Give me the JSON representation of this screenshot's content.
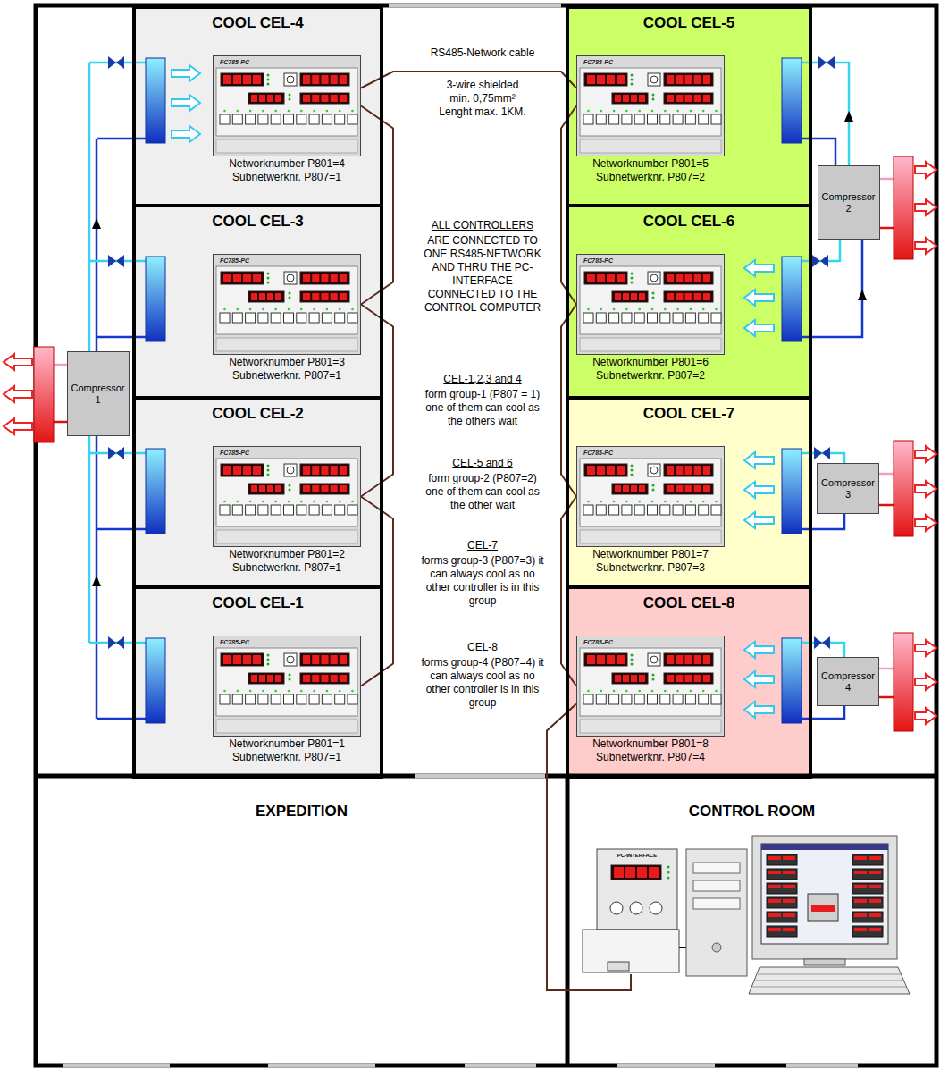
{
  "diagram": {
    "nodes": [
      {
        "text": [
          "COOL CEL-4",
          "Networknumber P801=4 Subnetwerknr. P807=1"
        ]
      },
      {
        "text": [
          "FC785-PC"
        ],
        "in": 0
      },
      {
        "text": [
          "COOL CEL-3",
          "Networknumber P801=3 Subnetwerknr. P807=1"
        ]
      },
      {
        "text": [
          "FC785-PC"
        ],
        "in": 2
      },
      {
        "text": [
          "COOL CEL-2",
          "Networknumber P801=2 Subnetwerknr. P807=1"
        ]
      },
      {
        "text": [
          "FC785-PC"
        ],
        "in": 4
      },
      {
        "text": [
          "COOL CEL-1",
          "Networknumber P801=1 Subnetwerknr. P807=1"
        ]
      },
      {
        "text": [
          "FC785-PC"
        ],
        "in": 6
      },
      {
        "text": [
          "COOL CEL-5",
          "Networknumber P801=5 Subnetwerknr. P807=2"
        ]
      },
      {
        "text": [
          "FC785-PC"
        ],
        "in": 8
      },
      {
        "text": [
          "COOL CEL-6",
          "Networknumber P801=6 Subnetwerknr. P807=2"
        ]
      },
      {
        "text": [
          "FC785-PC"
        ],
        "in": 10
      },
      {
        "text": [
          "COOL CEL-7",
          "Networknumber P801=7 Subnetwerknr. P807=3"
        ]
      },
      {
        "text": [
          "FC785-PC"
        ],
        "in": 12
      },
      {
        "text": [
          "COOL CEL-8",
          "Networknumber P801=8 Subnetwerknr. P807=4"
        ]
      },
      {
        "text": [
          "FC785-PC"
        ],
        "in": 14
      },
      {
        "text": [
          "Compressor 1"
        ]
      },
      {
        "text": [
          "Compressor 2"
        ]
      },
      {
        "text": [
          "Compressor 3"
        ]
      },
      {
        "text": [
          "Compressor 4"
        ]
      },
      {
        "text": [
          "EXPEDITION"
        ]
      },
      {
        "text": [
          "CONTROL ROOM"
        ]
      },
      {
        "text": [
          "PC-INTERFACE"
        ],
        "in": 21
      }
    ],
    "edges": [
      {
        "from": 7,
        "to": 5,
        "arrow": "none"
      },
      {
        "from": 5,
        "to": 3,
        "arrow": "none"
      },
      {
        "from": 3,
        "to": 1,
        "arrow": "none"
      },
      {
        "from": 1,
        "to": 9,
        "arrow": "none"
      },
      {
        "from": 9,
        "to": 11,
        "arrow": "none"
      },
      {
        "from": 11,
        "to": 13,
        "arrow": "none"
      },
      {
        "from": 13,
        "to": 15,
        "arrow": "none"
      },
      {
        "from": 15,
        "to": 22,
        "arrow": "none"
      }
    ],
    "labels": [
      "RS485-Network cable",
      "3-wire shielded min. 0,75mm² Lenght max. 1KM.",
      "ALL CONTROLLERS",
      "ARE CONNECTED TO ONE RS485-NETWORK AND THRU THE PC-INTERFACE CONNECTED TO THE CONTROL COMPUTER",
      "CEL-1,2,3 and 4",
      "form group-1 (P807 = 1) one of them can cool as the others wait",
      "CEL-5 and 6",
      "form group-2 (P807=2) one of them can cool as the other wait",
      "CEL-7",
      "forms group-3 (P807=3) it can always cool as no other controller is in this group",
      "CEL-8",
      "forms group-4 (P807=4) it can always cool as no other controller is in this group"
    ]
  }
}
